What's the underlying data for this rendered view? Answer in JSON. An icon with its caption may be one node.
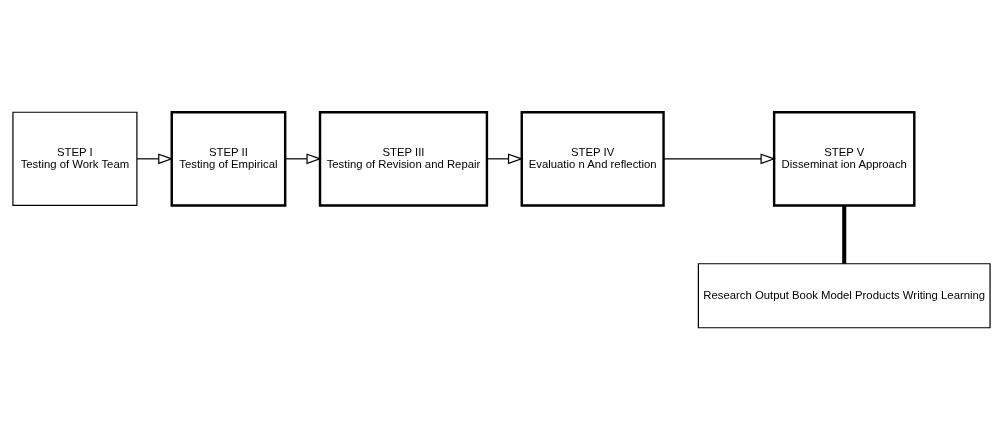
{
  "diagram": {
    "nodes": [
      {
        "text": [
          "STEP I",
          "Testing of Work Team"
        ]
      },
      {
        "text": [
          "STEP II",
          "Testing of Empirical"
        ]
      },
      {
        "text": [
          "STEP III",
          "Testing of Revision and Repair"
        ]
      },
      {
        "text": [
          "STEP IV",
          "Evaluatio n And reflection"
        ]
      },
      {
        "text": [
          "STEP V",
          "Disseminat ion Approach"
        ]
      },
      {
        "text": [
          "Research Output Book Model Products Writing Learning"
        ]
      }
    ],
    "edges": [
      {
        "from": 0,
        "to": 1,
        "arrow": "to"
      },
      {
        "from": 1,
        "to": 2,
        "arrow": "to"
      },
      {
        "from": 2,
        "to": 3,
        "arrow": "to"
      },
      {
        "from": 3,
        "to": 4,
        "arrow": "to"
      },
      {
        "from": 4,
        "to": 5,
        "arrow": "none",
        "style": "thick"
      }
    ]
  }
}
